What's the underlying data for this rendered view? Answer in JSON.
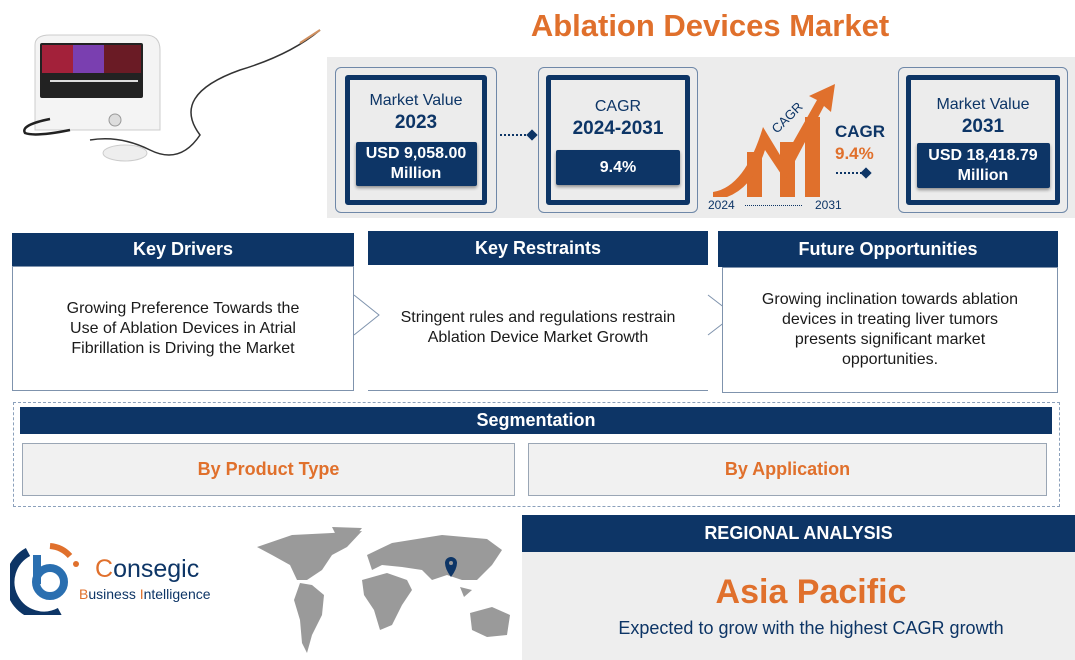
{
  "title": "Ablation Devices Market",
  "market_2023": {
    "label": "Market Value",
    "year": "2023",
    "value": "USD 9,058.00",
    "unit": "Million"
  },
  "cagr_box": {
    "label": "CAGR",
    "period": "2024-2031",
    "value": "9.4%"
  },
  "cagr_graphic": {
    "arrow_label": "CAGR",
    "label": "CAGR",
    "value": "9.4%",
    "start_year": "2024",
    "end_year": "2031"
  },
  "market_2031": {
    "label": "Market Value",
    "year": "2031",
    "value": "USD 18,418.79",
    "unit": "Million"
  },
  "drivers": {
    "title": "Key Drivers",
    "text": "Growing Preference Towards the Use of Ablation Devices in Atrial Fibrillation is Driving the Market"
  },
  "restraints": {
    "title": "Key Restraints",
    "text": "Stringent rules and regulations restrain Ablation Device Market Growth"
  },
  "opportunities": {
    "title": "Future Opportunities",
    "text": "Growing inclination towards ablation devices in treating liver tumors presents significant market opportunities."
  },
  "segmentation": {
    "title": "Segmentation",
    "items": [
      "By Product Type",
      "By Application"
    ]
  },
  "logo": {
    "name_initial": "C",
    "name_rest": "onsegic",
    "tag_b": "B",
    "tag_usiness": "usiness ",
    "tag_i": "I",
    "tag_ntelligence": "ntelligence"
  },
  "regional": {
    "title": "REGIONAL ANALYSIS",
    "region": "Asia Pacific",
    "text": "Expected to grow with the highest CAGR growth"
  },
  "colors": {
    "navy": "#0d3566",
    "orange": "#e0702c",
    "panel": "#ececec",
    "map": "#9a9a9a"
  }
}
